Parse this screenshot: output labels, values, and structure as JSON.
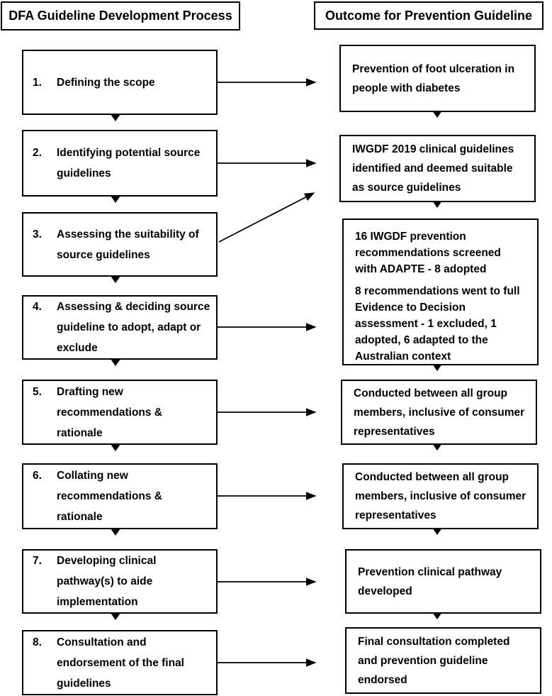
{
  "diagram": {
    "left_column": {
      "header": "DFA Guideline Development Process",
      "steps": [
        {
          "number": "1.",
          "text": "Defining the scope"
        },
        {
          "number": "2.",
          "text": "Identifying potential source\nguidelines"
        },
        {
          "number": "3.",
          "text": "Assessing the suitability of\nsource guidelines"
        },
        {
          "number": "4.",
          "text": "Assessing & deciding source\nguideline to adopt, adapt or\nexclude"
        },
        {
          "number": "5.",
          "text": "Drafting new\nrecommendations &\nrationale"
        },
        {
          "number": "6.",
          "text": "Collating new\nrecommendations &\nrationale"
        },
        {
          "number": "7.",
          "text": "Developing clinical\npathway(s) to aide\nimplementation"
        },
        {
          "number": "8.",
          "text": "Consultation and\nendorsement of the final\nguidelines"
        }
      ]
    },
    "right_column": {
      "header": "Outcome for Prevention Guideline",
      "outcomes": [
        {
          "text": "Prevention of foot ulceration in\npeople with diabetes"
        },
        {
          "text": "IWGDF 2019 clinical guidelines\nidentified and deemed suitable\nas source guidelines"
        },
        {
          "paragraph1": "16 IWGDF prevention\nrecommendations screened\nwith ADAPTE - 8 adopted",
          "paragraph2": "8 recommendations went to full\nEvidence to Decision\nassessment - 1 excluded, 1\nadopted, 6 adapted to the\nAustralian context"
        },
        {
          "text": "Conducted between all group\nmembers, inclusive of consumer\nrepresentatives"
        },
        {
          "text": "Conducted between all group\nmembers, inclusive of consumer\nrepresentatives"
        },
        {
          "text": "Prevention clinical pathway\ndeveloped"
        },
        {
          "text": "Final consultation completed\nand prevention guideline\nendorsed"
        }
      ]
    },
    "colors": {
      "line": "#000000",
      "text": "#000000",
      "background": "#ffffff"
    }
  }
}
